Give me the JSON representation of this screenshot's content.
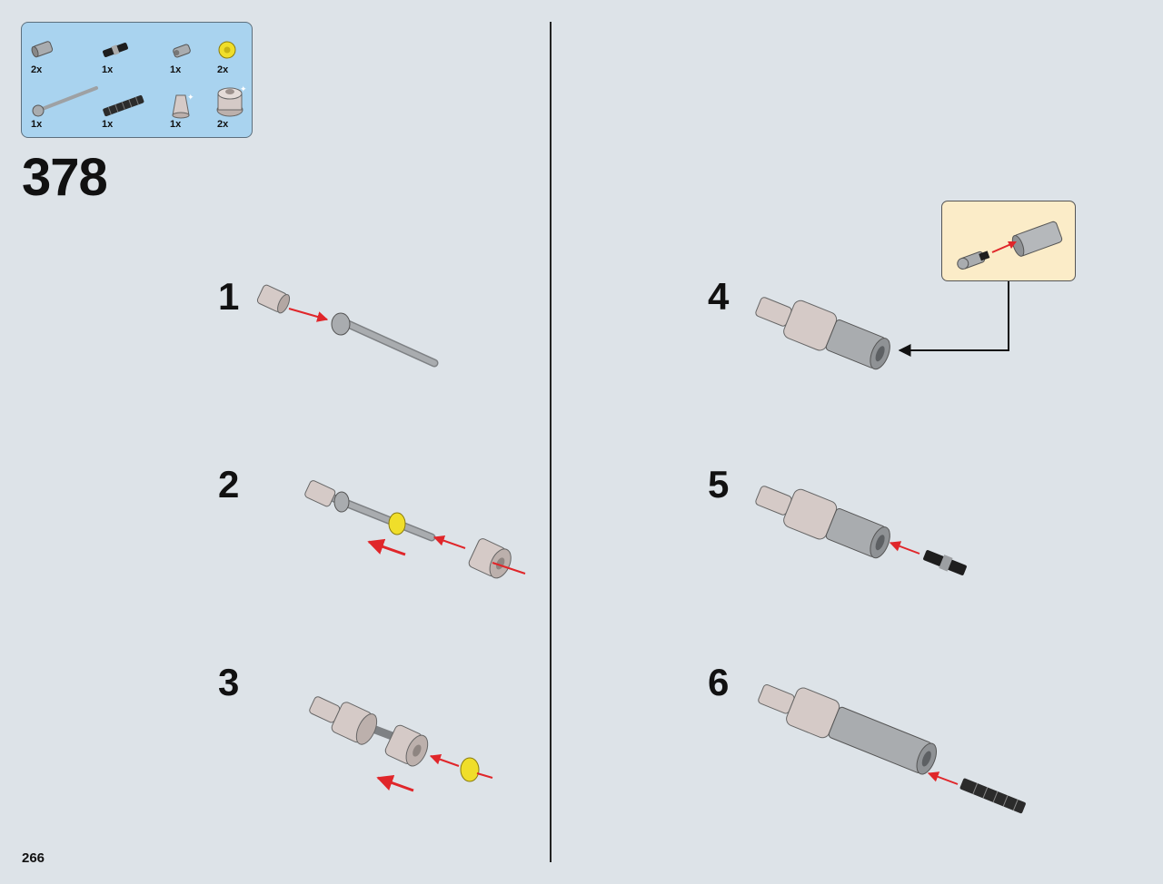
{
  "parts": [
    {
      "qty": "2x",
      "icon": "gray-tube-icon"
    },
    {
      "qty": "1x",
      "icon": "black-axle-connector-icon"
    },
    {
      "qty": "1x",
      "icon": "gray-pin-icon"
    },
    {
      "qty": "2x",
      "icon": "yellow-bush-icon"
    },
    {
      "qty": "1x",
      "icon": "long-axle-icon"
    },
    {
      "qty": "1x",
      "icon": "black-ribbed-axle-icon"
    },
    {
      "qty": "1x",
      "icon": "tan-cone-icon"
    },
    {
      "qty": "2x",
      "icon": "tan-hub-icon"
    }
  ],
  "step_number": "378",
  "substeps": [
    "1",
    "2",
    "3",
    "4",
    "5",
    "6"
  ],
  "page_number": "266",
  "colors": {
    "background": "#dde3e8",
    "parts_box": "#a9d3ef",
    "callout": "#fbecc8",
    "arrow": "#e0262a",
    "tan": "#d5cac7",
    "gray": "#a9acaf",
    "yellow": "#f0de2a",
    "black": "#1e1e1e"
  }
}
